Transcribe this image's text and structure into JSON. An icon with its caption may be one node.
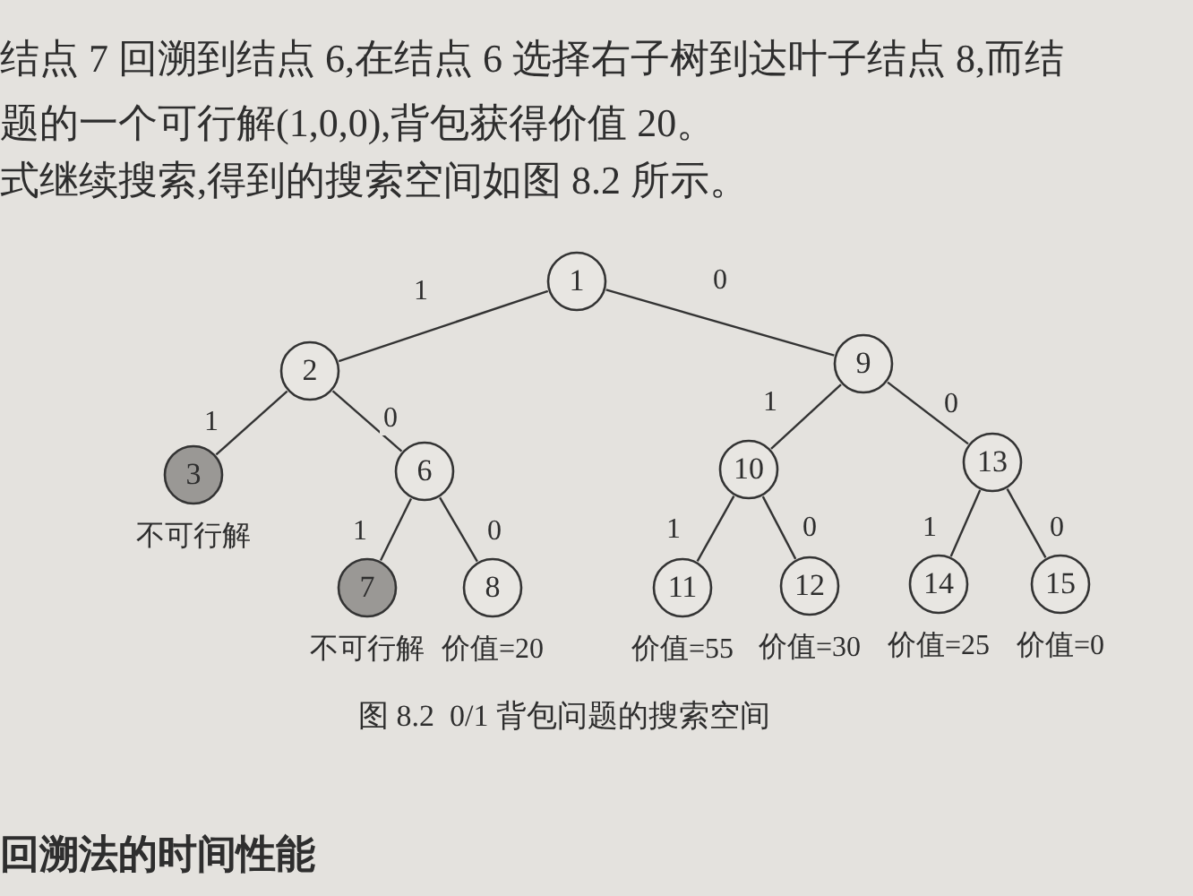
{
  "diagram": {
    "caption": "图 8.2  0/1 背包问题的搜索空间",
    "nodes": [
      {
        "text": [
          "1"
        ]
      },
      {
        "text": [
          "2"
        ]
      },
      {
        "text": [
          "3"
        ],
        "beside": [
          "不可行解"
        ]
      },
      {
        "text": [
          "6"
        ]
      },
      {
        "text": [
          "7"
        ],
        "beside": [
          "不可行解"
        ]
      },
      {
        "text": [
          "8"
        ],
        "beside": [
          "价值=20"
        ]
      },
      {
        "text": [
          "9"
        ]
      },
      {
        "text": [
          "10"
        ]
      },
      {
        "text": [
          "13"
        ]
      },
      {
        "text": [
          "11"
        ],
        "beside": [
          "价值=55"
        ]
      },
      {
        "text": [
          "12"
        ],
        "beside": [
          "价值=30"
        ]
      },
      {
        "text": [
          "14"
        ],
        "beside": [
          "价值=25"
        ]
      },
      {
        "text": [
          "15"
        ],
        "beside": [
          "价值=0"
        ]
      }
    ],
    "edges": [
      {
        "from": 0,
        "to": 1,
        "arrow": "none",
        "label": "1"
      },
      {
        "from": 0,
        "to": 6,
        "arrow": "none",
        "label": "0"
      },
      {
        "from": 1,
        "to": 2,
        "arrow": "none",
        "label": "1"
      },
      {
        "from": 1,
        "to": 3,
        "arrow": "none",
        "label": "0"
      },
      {
        "from": 3,
        "to": 4,
        "arrow": "none",
        "label": "1"
      },
      {
        "from": 3,
        "to": 5,
        "arrow": "none",
        "label": "0"
      },
      {
        "from": 6,
        "to": 7,
        "arrow": "none",
        "label": "1"
      },
      {
        "from": 6,
        "to": 8,
        "arrow": "none",
        "label": "0"
      },
      {
        "from": 7,
        "to": 9,
        "arrow": "none",
        "label": "1"
      },
      {
        "from": 7,
        "to": 10,
        "arrow": "none",
        "label": "0"
      },
      {
        "from": 8,
        "to": 11,
        "arrow": "none",
        "label": "1"
      },
      {
        "from": 8,
        "to": 12,
        "arrow": "none",
        "label": "0"
      }
    ],
    "labels": [
      "结点 7 回溯到结点 6,在结点 6 选择右子树到达叶子结点 8,而结",
      "题的一个可行解(1,0,0),背包获得价值 20。",
      "式继续搜索,得到的搜索空间如图 8.2 所示。",
      "回溯法的时间性能"
    ]
  }
}
